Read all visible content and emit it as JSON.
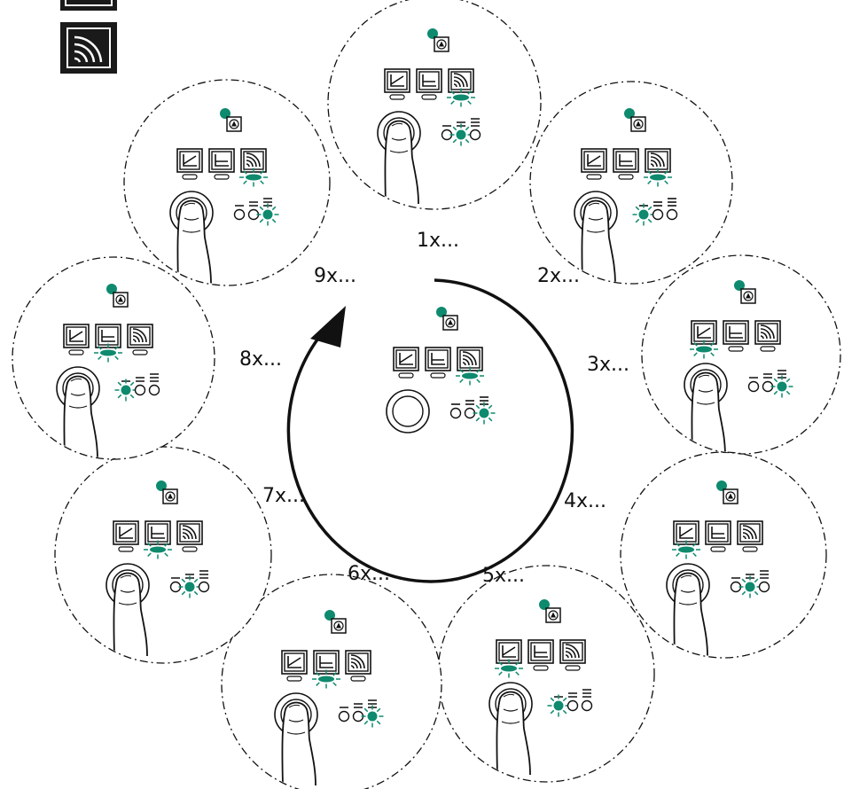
{
  "colors": {
    "led_green": "#0e8a6e",
    "stroke": "#111111",
    "background": "#ffffff",
    "legend_box": "#1a1a1a"
  },
  "legend_icons": [
    "blank-box-icon",
    "radiator-icon"
  ],
  "center": {
    "icons": [
      "pump-led-icon",
      "pump-symbol-icon",
      "proportional-pressure-icon",
      "constant-pressure-icon",
      "radiator-curve-icon",
      "knob-icon",
      "bar-level-icon"
    ],
    "active_mode": 3,
    "active_level": 3
  },
  "steps": [
    {
      "label": "1x...",
      "active_mode": 3,
      "active_level": 2
    },
    {
      "label": "2x...",
      "active_mode": 3,
      "active_level": 1
    },
    {
      "label": "3x...",
      "active_mode": 1,
      "active_level": 3
    },
    {
      "label": "4x...",
      "active_mode": 1,
      "active_level": 2
    },
    {
      "label": "5x...",
      "active_mode": 1,
      "active_level": 1
    },
    {
      "label": "6x...",
      "active_mode": 2,
      "active_level": 3
    },
    {
      "label": "7x...",
      "active_mode": 2,
      "active_level": 2
    },
    {
      "label": "8x...",
      "active_mode": 2,
      "active_level": 1
    },
    {
      "label": "9x...",
      "active_mode": 3,
      "active_level": 3
    }
  ]
}
